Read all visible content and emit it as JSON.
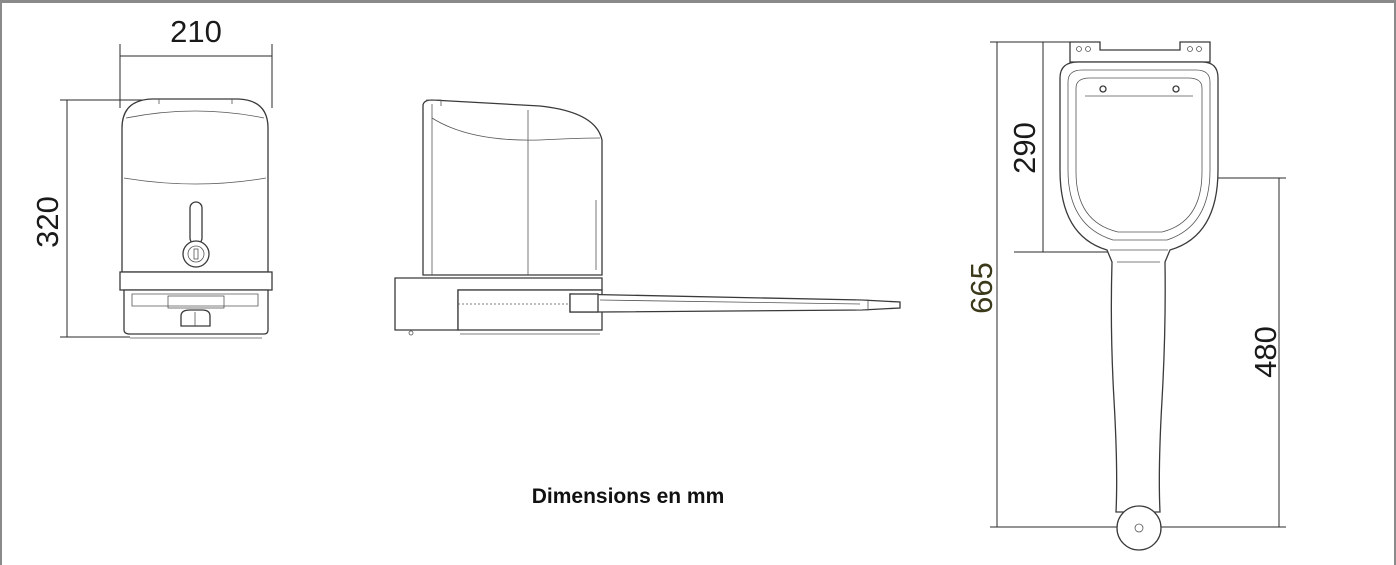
{
  "caption": "Dimensions en mm",
  "dimensions": {
    "front_width": "210",
    "front_height": "320",
    "arm_total_length": "665",
    "arm_upper_length": "290",
    "arm_lower_length": "480"
  }
}
